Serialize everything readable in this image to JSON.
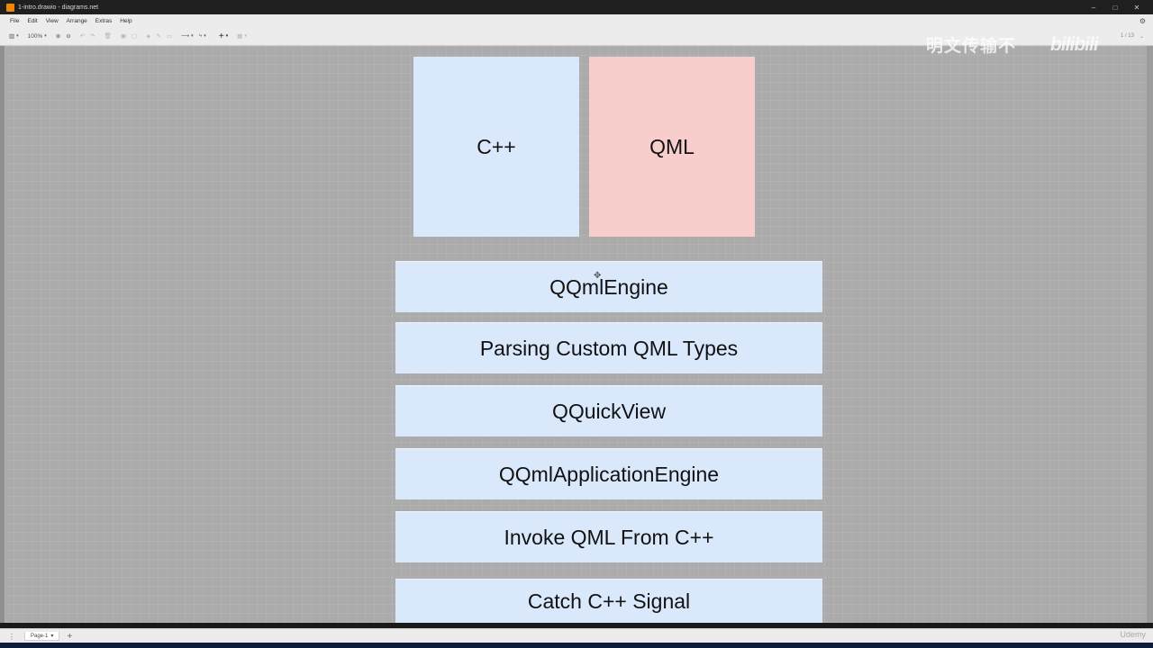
{
  "window": {
    "title": "1-intro.drawio - diagrams.net",
    "controls": [
      "–",
      "□",
      "✕"
    ]
  },
  "menu": [
    "File",
    "Edit",
    "View",
    "Arrange",
    "Extras",
    "Help"
  ],
  "toolbar": {
    "zoom": "100%",
    "page_indicator": "1 / 13"
  },
  "diagram": {
    "square_left": "C++",
    "square_right": "QML",
    "bars": [
      "QQmlEngine",
      "Parsing Custom QML Types",
      "QQuickView",
      "QQmlApplicationEngine",
      "Invoke QML From C++",
      "Catch C++ Signal"
    ]
  },
  "watermark": {
    "text": "明文传输不",
    "logo": "bilibili"
  },
  "bottom": {
    "page_tab": "Page-1",
    "brand": "Udemy"
  },
  "colors": {
    "blue_fill": "#dae8fc",
    "red_fill": "#f8cecc",
    "canvas": "#ababab"
  }
}
